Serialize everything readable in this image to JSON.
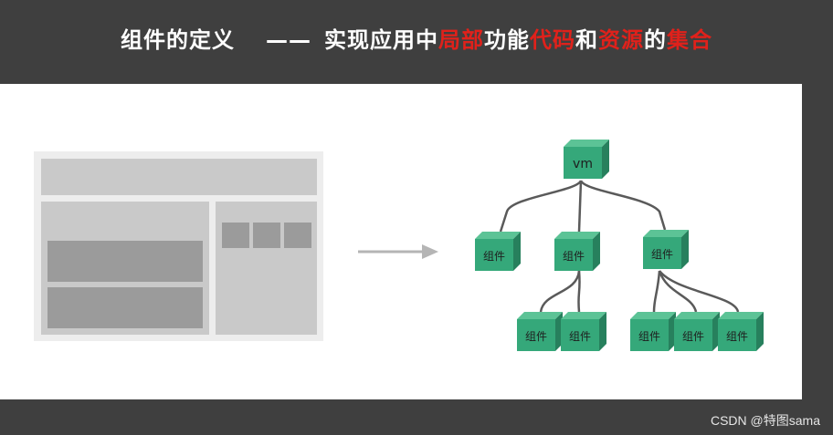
{
  "title": {
    "part1": "组件的定义",
    "dash": "——",
    "part2": "实现应用中",
    "hl1": "局部",
    "part3": "功能",
    "hl2": "代码",
    "part4": "和",
    "hl3": "资源",
    "part5": "的",
    "hl4": "集合"
  },
  "colors": {
    "background": "#3f3f3f",
    "highlight": "#e0211b",
    "cube_front": "#35a87a",
    "cube_top": "#5cc396",
    "cube_side": "#27805d",
    "connector": "#5a5a5a",
    "arrow": "#b5b5b5"
  },
  "tree": {
    "root": "vm",
    "node_label": "组件"
  },
  "watermark": "CSDN @特图sama"
}
